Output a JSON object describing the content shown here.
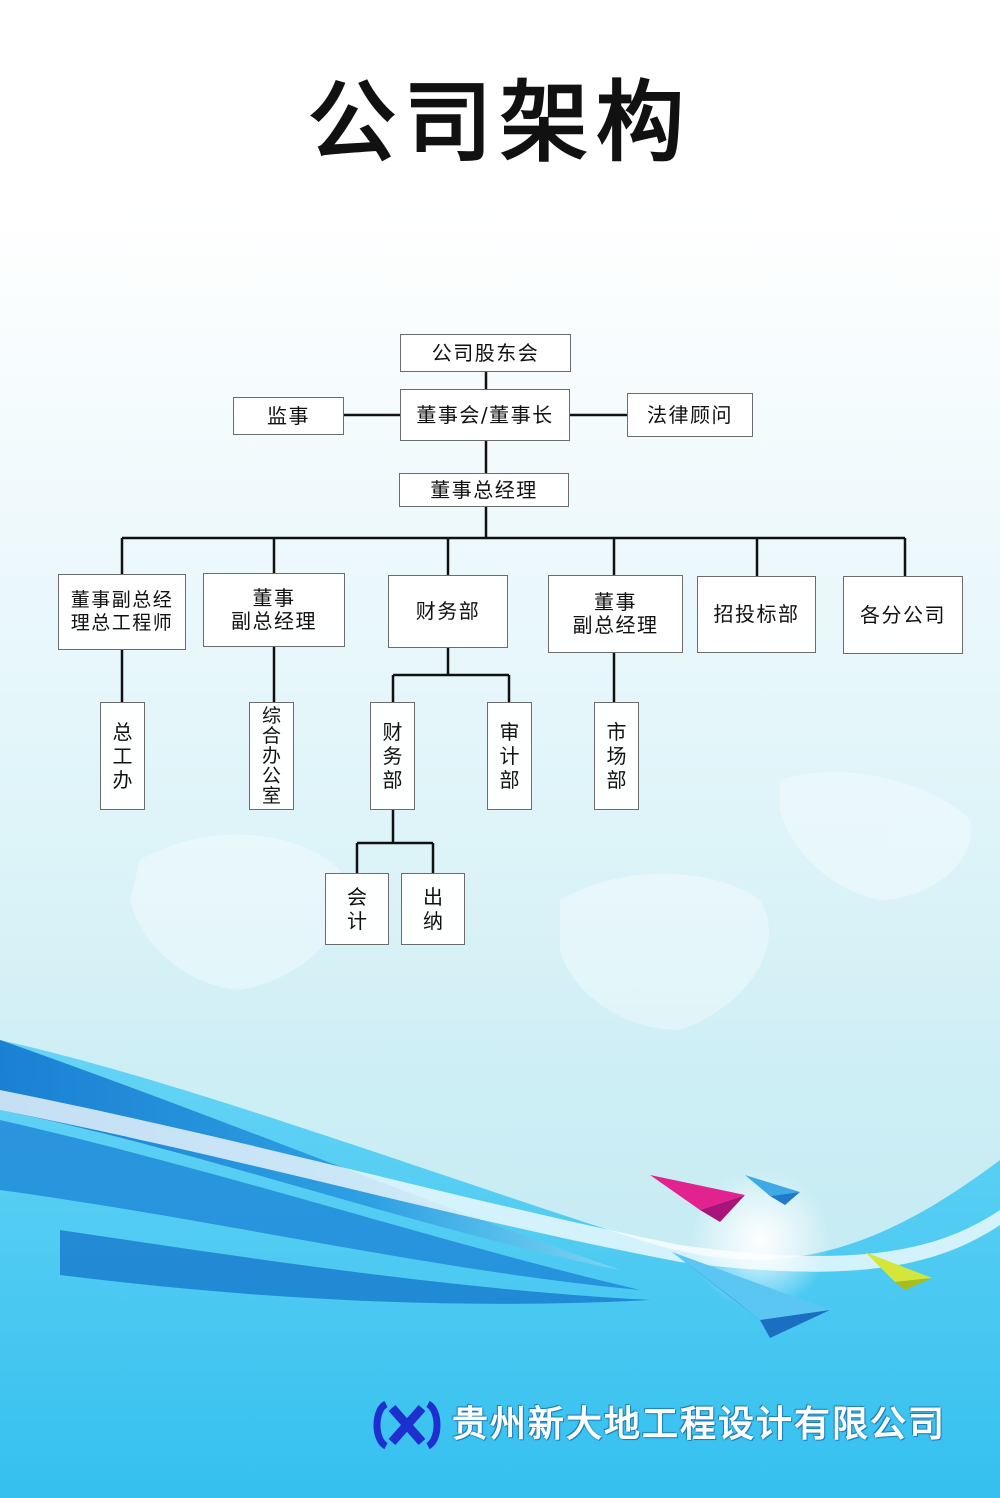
{
  "title": "公司架构",
  "company": {
    "name": "贵州新大地工程设计有限公司"
  },
  "nodes": {
    "shareholders": "公司股东会",
    "board": "董事会/董事长",
    "supervisor": "监事",
    "legal": "法律顾问",
    "gm": "董事总经理",
    "vp_chief_engineer": "董事副总经\n理总工程师",
    "vp_a": "董事\n副总经理",
    "finance_dept": "财务部",
    "vp_b": "董事\n副总经理",
    "bidding_dept": "招投标部",
    "branches": "各分公司",
    "chief_engineer_office": "总\n工\n办",
    "admin_office": "综\n合\n办\n公\n室",
    "finance_sub": "财\n务\n部",
    "audit": "审\n计\n部",
    "market": "市\n场\n部",
    "accounting": "会\n计",
    "cashier": "出\n纳"
  },
  "colors": {
    "line": "#111111",
    "box_border": "#6c6c6c",
    "wave_blue": "#1a8fd8",
    "wave_light": "#46c3ef",
    "brand": "#1e2fd0"
  }
}
